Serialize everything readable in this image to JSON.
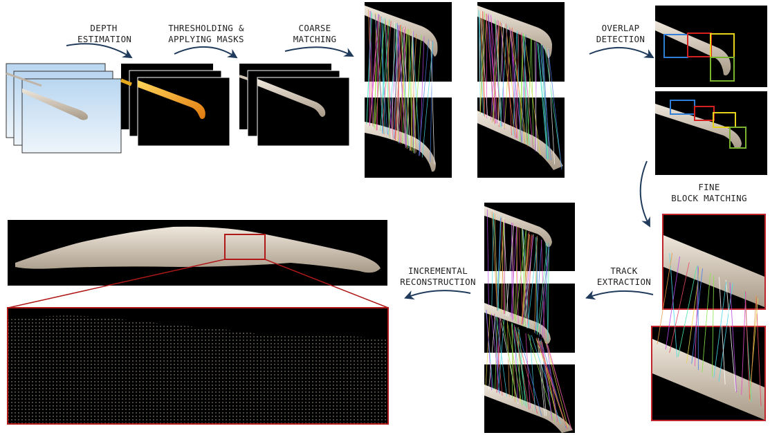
{
  "labels": {
    "depth_estimation": [
      "DEPTH",
      "ESTIMATION"
    ],
    "thresholding": [
      "THRESHOLDING &",
      "APPLYING MASKS"
    ],
    "coarse_matching": [
      "COARSE",
      "MATCHING"
    ],
    "overlap_detection": [
      "OVERLAP",
      "DETECTION"
    ],
    "fine_block_matching": [
      "FINE",
      "BLOCK MATCHING"
    ],
    "track_extraction": [
      "TRACK",
      "EXTRACTION"
    ],
    "incremental_reconstruction": [
      "INCREMENTAL",
      "RECONSTRUCTION"
    ]
  },
  "colors": {
    "arrow": "#1f3a5a",
    "zoom_box": "#b01818",
    "overlap_blocks": [
      "#2f7fd8",
      "#d62020",
      "#e8d21a",
      "#7ab32e"
    ],
    "blade": "#d9cfc2",
    "mask": "#f0a020",
    "sky": "#cfe3f5"
  }
}
